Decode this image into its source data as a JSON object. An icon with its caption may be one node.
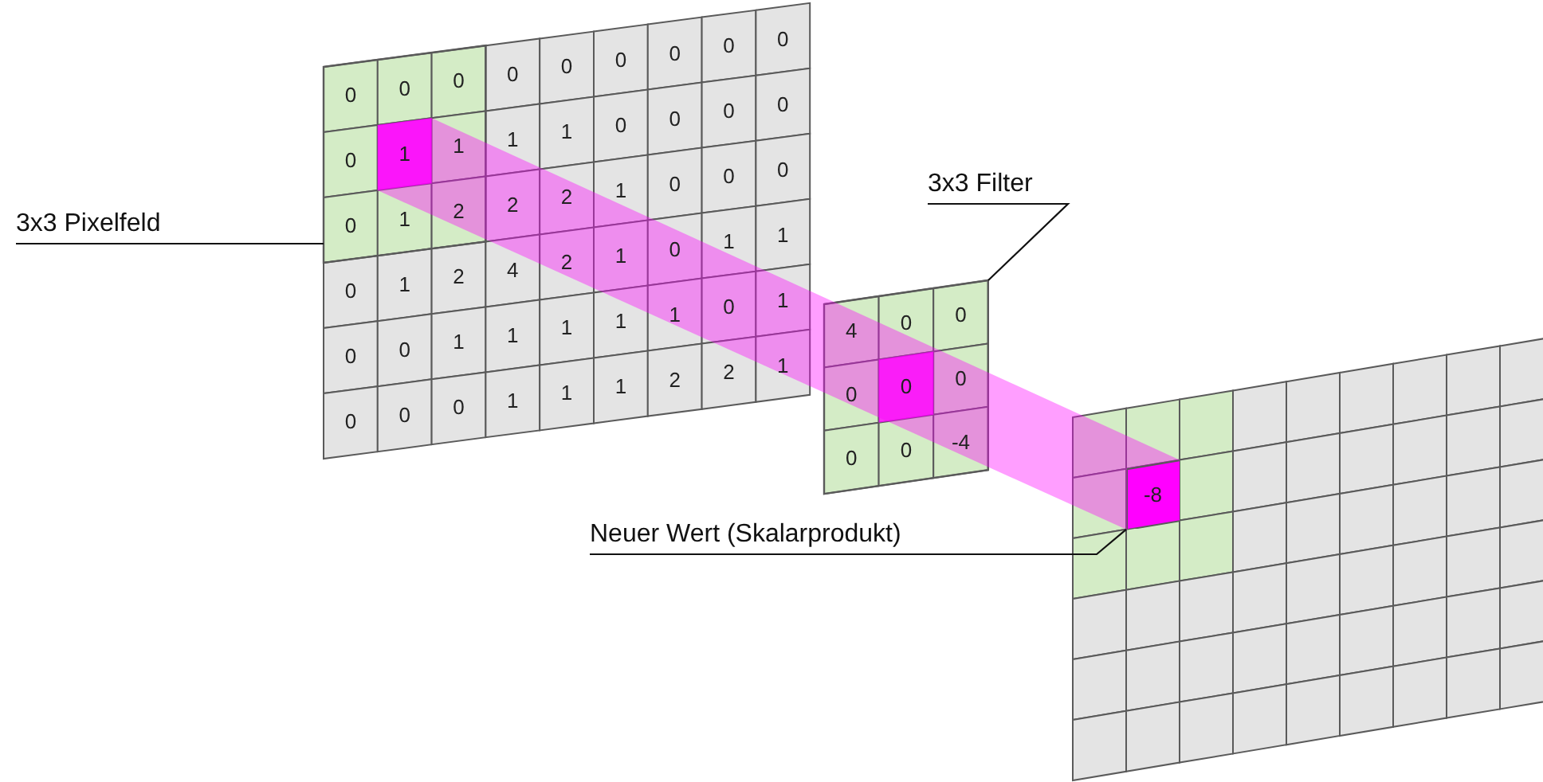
{
  "diagram": {
    "nodes": [
      {
        "text": [
          "3x3 Pixelfeld"
        ]
      },
      {
        "text": [],
        "shape": "box"
      },
      {
        "text": [
          "3x3 Filter"
        ]
      },
      {
        "text": [],
        "shape": "box"
      },
      {
        "text": [
          "Neuer Wert (Skalarprodukt)"
        ]
      },
      {
        "text": [
          "-8"
        ]
      }
    ],
    "edges": [
      {
        "from": 0,
        "to": 1,
        "arrow": "none"
      },
      {
        "from": 2,
        "to": 3,
        "arrow": "none"
      },
      {
        "from": 4,
        "to": 5,
        "arrow": "none"
      }
    ],
    "labels": [
      "0",
      "0",
      "0",
      "0",
      "0",
      "0",
      "0",
      "0",
      "0",
      "0",
      "1",
      "1",
      "1",
      "1",
      "0",
      "0",
      "0",
      "0",
      "0",
      "1",
      "2",
      "2",
      "2",
      "1",
      "0",
      "0",
      "0",
      "0",
      "1",
      "2",
      "4",
      "2",
      "1",
      "0",
      "1",
      "1",
      "0",
      "0",
      "1",
      "1",
      "1",
      "1",
      "1",
      "0",
      "1",
      "0",
      "0",
      "0",
      "1",
      "1",
      "1",
      "2",
      "2",
      "1",
      "4",
      "0",
      "0",
      "0",
      "0",
      "0",
      "0",
      "0",
      "-4"
    ]
  }
}
